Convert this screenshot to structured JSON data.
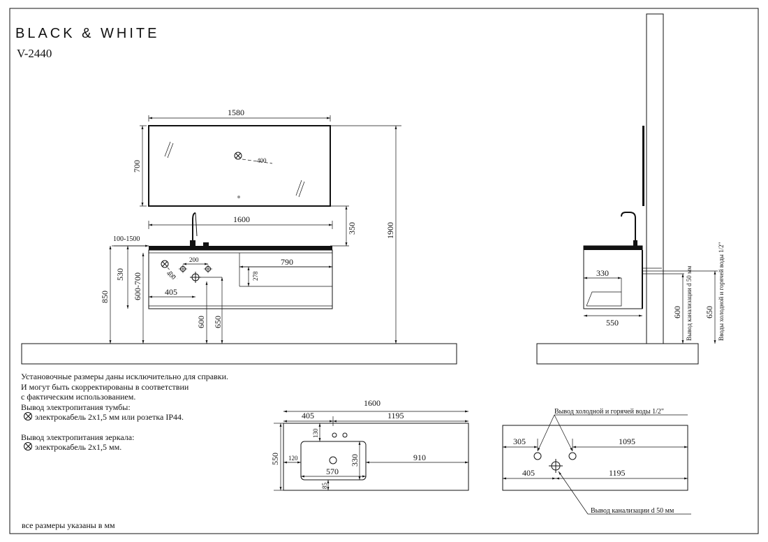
{
  "brand": "BLACK & WHITE",
  "model": "V-2440",
  "front": {
    "mirror_width": "1580",
    "mirror_height": "700",
    "mirror_socket": "400",
    "gap_mirror_cabinet": "350",
    "total_height": "1900",
    "cabinet_width": "1600",
    "offset_range": "100-1500",
    "cabinet_height": "530",
    "mount_range": "600-700",
    "height_850": "850",
    "socket_dist": "400",
    "holes_dist": "200",
    "left_405": "405",
    "drawer_790": "790",
    "drawer_278": "278",
    "height_600": "600",
    "height_650": "650"
  },
  "side": {
    "depth_330": "330",
    "depth_550": "550",
    "height_600": "600",
    "height_650": "650",
    "drain_label": "Вывод канализации d 50 мм",
    "water_label": "Вводы холодной и горячей воды 1/2\""
  },
  "top": {
    "width": "1600",
    "left": "405",
    "right": "1195",
    "h130": "130",
    "h550": "550",
    "w120": "120",
    "h330": "330",
    "w910": "910",
    "w570": "570",
    "h85": "85"
  },
  "plumb": {
    "water_label": "Вывод холодной и горячей воды 1/2\"",
    "w305": "305",
    "w1095": "1095",
    "w405": "405",
    "w1195": "1195",
    "drain_label": "Вывод канализации d 50 мм"
  },
  "notes": {
    "lines": [
      "Установочные размеры даны исключительно для справки.",
      "И могут быть скорректированы в соответствии",
      "с фактическим использованием."
    ],
    "cabinet_power_title": "Вывод электропитания тумбы:",
    "cabinet_power": "электрокабель 2х1,5 мм или розетка IP44.",
    "mirror_power_title": "Вывод электропитания зеркала:",
    "mirror_power": "электрокабель 2х1,5 мм."
  },
  "footer": "все размеры указаны в мм",
  "icons": [
    "socket-cross-icon",
    "drain-icon"
  ]
}
